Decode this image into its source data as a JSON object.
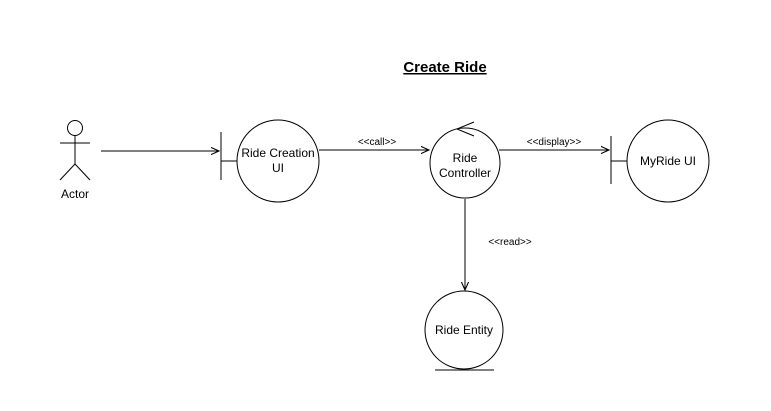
{
  "title": "Create Ride",
  "actor": {
    "label": "Actor"
  },
  "nodes": {
    "ride_creation_ui": {
      "line1": "Ride Creation",
      "line2": "UI"
    },
    "ride_controller": {
      "line1": "Ride",
      "line2": "Controller"
    },
    "myride_ui": {
      "label": "MyRide UI"
    },
    "ride_entity": {
      "label": "Ride Entity"
    }
  },
  "edges": {
    "call": "<<call>>",
    "display": "<<display>>",
    "read": "<<read>>"
  },
  "colors": {
    "stroke": "#000000",
    "fill": "#ffffff"
  }
}
